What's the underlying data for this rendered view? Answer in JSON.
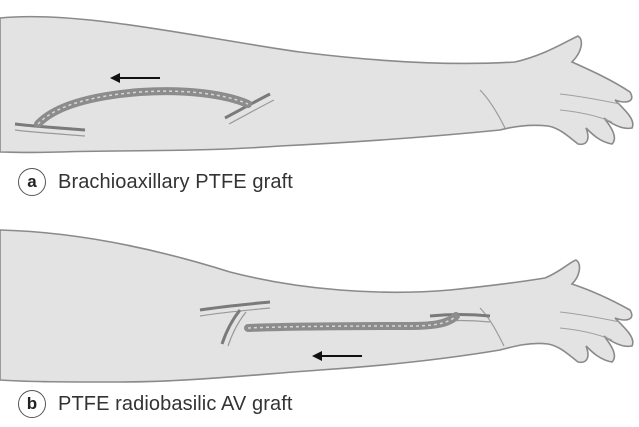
{
  "panels": [
    {
      "label": "a",
      "caption": "Brachioaxillary PTFE graft"
    },
    {
      "label": "b",
      "caption": "PTFE radiobasilic AV graft"
    }
  ],
  "colors": {
    "skin_fill": "#e3e3e3",
    "outline": "#8a8a8a",
    "graft": "#8c8c8c",
    "vessel": "#7a7a7a",
    "arrow": "#111111"
  }
}
